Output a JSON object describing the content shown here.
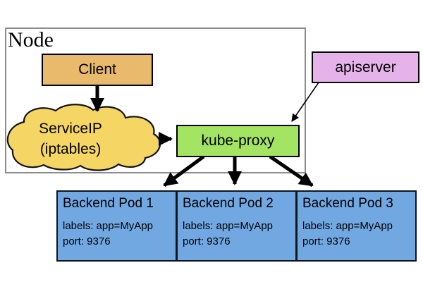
{
  "diagram": {
    "node": {
      "label": "Node"
    },
    "client": {
      "label": "Client"
    },
    "service_ip": {
      "line1": "ServiceIP",
      "line2": "(iptables)"
    },
    "kube_proxy": {
      "label": "kube-proxy"
    },
    "apiserver": {
      "label": "apiserver"
    },
    "pods": [
      {
        "title": "Backend Pod 1",
        "labels": "labels: app=MyApp",
        "port": "port: 9376"
      },
      {
        "title": "Backend Pod 2",
        "labels": "labels: app=MyApp",
        "port": "port: 9376"
      },
      {
        "title": "Backend Pod 3",
        "labels": "labels: app=MyApp",
        "port": "port: 9376"
      }
    ],
    "edges": [
      {
        "from": "Client",
        "to": "ServiceIP (iptables)"
      },
      {
        "from": "ServiceIP (iptables)",
        "to": "kube-proxy"
      },
      {
        "from": "apiserver",
        "to": "kube-proxy"
      },
      {
        "from": "kube-proxy",
        "to": "Backend Pod 1"
      },
      {
        "from": "kube-proxy",
        "to": "Backend Pod 2"
      },
      {
        "from": "kube-proxy",
        "to": "Backend Pod 3"
      }
    ],
    "colors": {
      "client_fill": "#e9ba6b",
      "cloud_fill": "#f5d563",
      "kube_proxy_fill": "#a3e462",
      "apiserver_fill": "#e5b3ea",
      "pod_fill": "#72a8e2",
      "node_border": "#8c8c8c",
      "arrow": "#000000"
    }
  }
}
